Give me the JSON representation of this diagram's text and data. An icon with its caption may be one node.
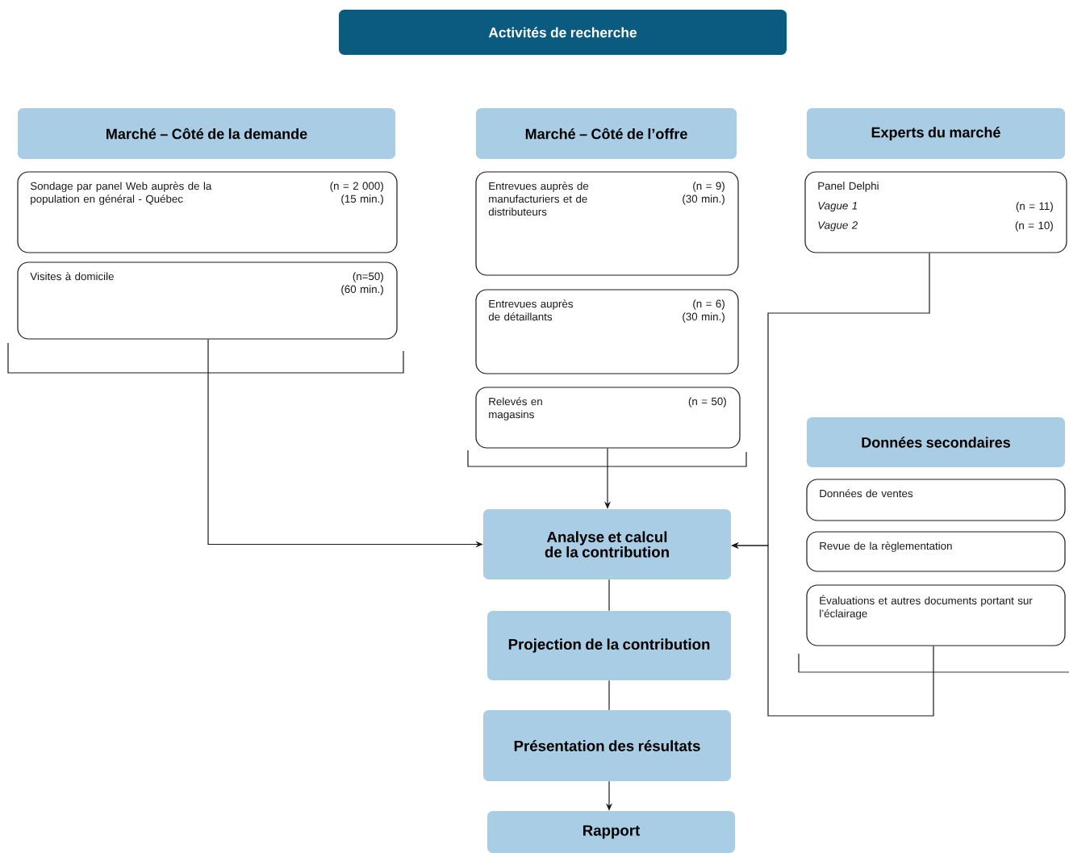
{
  "diagram": {
    "nodes": [
      {
        "text": [
          "Activités de recherche"
        ]
      },
      {
        "text": [
          "Marché – Côté de la demande"
        ]
      },
      {
        "text": [
          "Sondage par panel Web auprès de la population en général - Québec",
          "(n = 2 000) (15 min.)"
        ]
      },
      {
        "text": [
          "Visites à domicile",
          "(n=50) (60 min.)"
        ]
      },
      {
        "text": [
          "Marché – Côté de l’offre"
        ]
      },
      {
        "text": [
          "Entrevues auprès de manufacturiers et de distributeurs",
          "(n = 9) (30 min.)"
        ]
      },
      {
        "text": [
          "Entrevues auprès de détaillants",
          "(n = 6) (30 min.)"
        ]
      },
      {
        "text": [
          "Relevés en magasins",
          "(n = 50)"
        ]
      },
      {
        "text": [
          "Experts du marché"
        ]
      },
      {
        "text": [
          "Panel Delphi",
          "Vague 1",
          "(n = 11)",
          "Vague 2",
          "(n = 10)"
        ]
      },
      {
        "text": [
          "Données secondaires"
        ]
      },
      {
        "text": [
          "Données de ventes"
        ]
      },
      {
        "text": [
          "Revue de la règlementation"
        ]
      },
      {
        "text": [
          "Évaluations et autres documents portant sur l’éclairage"
        ]
      },
      {
        "text": [
          "Analyse et calcul de la contribution"
        ]
      },
      {
        "text": [
          "Projection de la contribution"
        ]
      },
      {
        "text": [
          "Présentation des résultats"
        ]
      },
      {
        "text": [
          "Rapport"
        ]
      }
    ],
    "edges": [
      {
        "from": 3,
        "to": 14,
        "arrow": "to"
      },
      {
        "from": 7,
        "to": 14,
        "arrow": "to"
      },
      {
        "from": 9,
        "to": 14,
        "arrow": "to"
      },
      {
        "from": 13,
        "to": 14,
        "arrow": "to"
      },
      {
        "from": 14,
        "to": 15,
        "arrow": "none"
      },
      {
        "from": 15,
        "to": 16,
        "arrow": "none"
      },
      {
        "from": 16,
        "to": 17,
        "arrow": "to"
      }
    ]
  }
}
